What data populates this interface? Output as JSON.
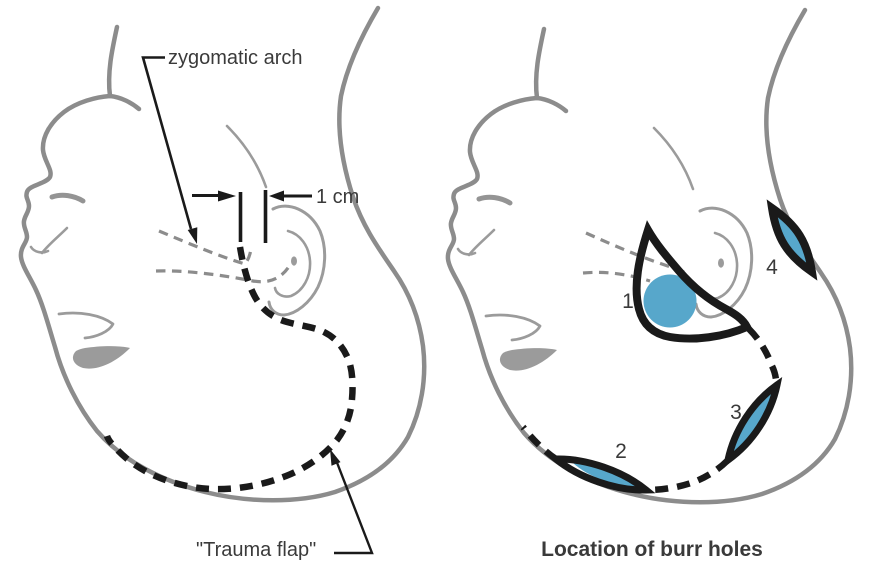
{
  "figure_title": "Trauma flap and burr hole locations diagram",
  "colors": {
    "head_outline": "#8c8c8c",
    "feature_gray": "#9b9b9b",
    "incision_black": "#1a1a1a",
    "burr_hole_blue": "#57a7cb",
    "text": "#3a3a3a"
  },
  "left_panel": {
    "zygomatic_label": "zygomatic arch",
    "measurement_label": "1 cm",
    "flap_label": "\"Trauma flap\""
  },
  "right_panel": {
    "caption": "Location of burr holes",
    "burr_holes": [
      {
        "number": "1"
      },
      {
        "number": "2"
      },
      {
        "number": "3"
      },
      {
        "number": "4"
      }
    ]
  }
}
